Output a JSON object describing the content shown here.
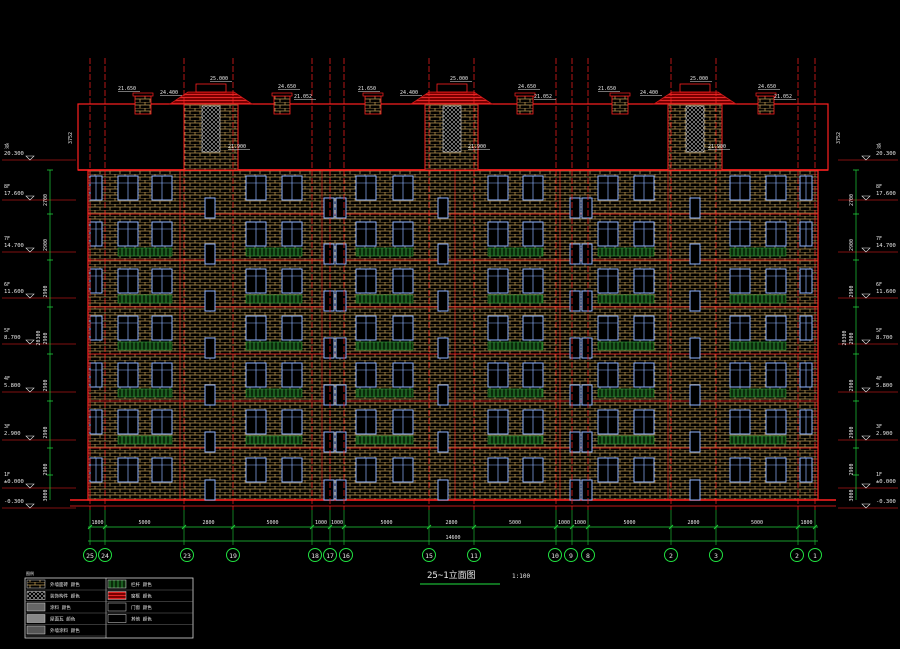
{
  "colors": {
    "background": "#000000",
    "outline": "#ff2020",
    "brick": "#c8a25a",
    "window": "#8fb4ff",
    "balcony": "#2f9a3a",
    "dimension": "#1fcf3a",
    "text": "#e8e8e8",
    "grid_bubble": "#20e040",
    "roof_tile": "#d01818"
  },
  "title": {
    "text": "25~1立面图",
    "scale": "1:100"
  },
  "total_dimension": "14600",
  "bottom_dimensions": [
    "1800",
    "5000",
    "2800",
    "5000",
    "1000",
    "1000",
    "5000",
    "2800",
    "5000",
    "1000",
    "1000",
    "5000",
    "2800",
    "5000",
    "1800"
  ],
  "grid_axes": [
    "25",
    "24",
    "23",
    "19",
    "18",
    "17",
    "16",
    "15",
    "11",
    "10",
    "9",
    "8",
    "2",
    "3",
    "2",
    "1"
  ],
  "left_levels": [
    {
      "label": "顶",
      "value": "20.300"
    },
    {
      "label": "8F",
      "value": "17.600"
    },
    {
      "label": "7F",
      "value": "14.700"
    },
    {
      "label": "6F",
      "value": "11.600"
    },
    {
      "label": "5F",
      "value": "8.700"
    },
    {
      "label": "4F",
      "value": "5.800"
    },
    {
      "label": "3F",
      "value": "2.900"
    },
    {
      "label": "1F",
      "value": "±0.000"
    },
    {
      "label": "",
      "value": "-0.300"
    }
  ],
  "right_levels": [
    {
      "label": "顶",
      "value": "20.300"
    },
    {
      "label": "8F",
      "value": "17.600"
    },
    {
      "label": "7F",
      "value": "14.700"
    },
    {
      "label": "6F",
      "value": "11.600"
    },
    {
      "label": "5F",
      "value": "8.700"
    },
    {
      "label": "4F",
      "value": "5.800"
    },
    {
      "label": "3F",
      "value": "2.900"
    },
    {
      "label": "1F",
      "value": "±0.000"
    },
    {
      "label": "",
      "value": "-0.300"
    }
  ],
  "left_storey_dims": [
    "2700",
    "2900",
    "2900",
    "2900",
    "2900",
    "2900",
    "2900",
    "3000"
  ],
  "right_storey_dims": [
    "2700",
    "2900",
    "2900",
    "2900",
    "2900",
    "2900",
    "2900",
    "3000"
  ],
  "overall_height_dim": "20300",
  "parapet_dim": "3752",
  "roof_marks": [
    {
      "text": "21.650",
      "group": 0
    },
    {
      "text": "24.400",
      "group": 0
    },
    {
      "text": "25.000",
      "group": 0
    },
    {
      "text": "24.650",
      "group": 0
    },
    {
      "text": "21.052",
      "group": 0
    },
    {
      "text": "21.900",
      "group": 0
    },
    {
      "text": "21.650",
      "group": 1
    },
    {
      "text": "24.400",
      "group": 1
    },
    {
      "text": "25.000",
      "group": 1
    },
    {
      "text": "24.650",
      "group": 1
    },
    {
      "text": "21.052",
      "group": 1
    },
    {
      "text": "21.900",
      "group": 1
    },
    {
      "text": "21.650",
      "group": 2
    },
    {
      "text": "24.400",
      "group": 2
    },
    {
      "text": "25.000",
      "group": 2
    },
    {
      "text": "24.650",
      "group": 2
    },
    {
      "text": "21.052",
      "group": 2
    },
    {
      "text": "21.900",
      "group": 2
    }
  ],
  "legend": [
    {
      "icon": "brick-pattern",
      "text": "外墙面砖 颜色"
    },
    {
      "icon": "hatch-pattern",
      "text": "装饰构件 颜色"
    },
    {
      "icon": "dots-pattern",
      "text": "涂料 颜色"
    },
    {
      "icon": "grey-fill",
      "text": "屋面瓦 颜色"
    },
    {
      "icon": "solid-fill",
      "text": "外墙涂料 颜色"
    },
    {
      "icon": "stripe-fill",
      "text": "栏杆 颜色"
    },
    {
      "icon": "tile-fill",
      "text": "窗框 颜色"
    },
    {
      "icon": "plain",
      "text": "门窗 颜色"
    },
    {
      "icon": "plain",
      "text": "其他 颜色"
    }
  ],
  "legend_header": "图例"
}
